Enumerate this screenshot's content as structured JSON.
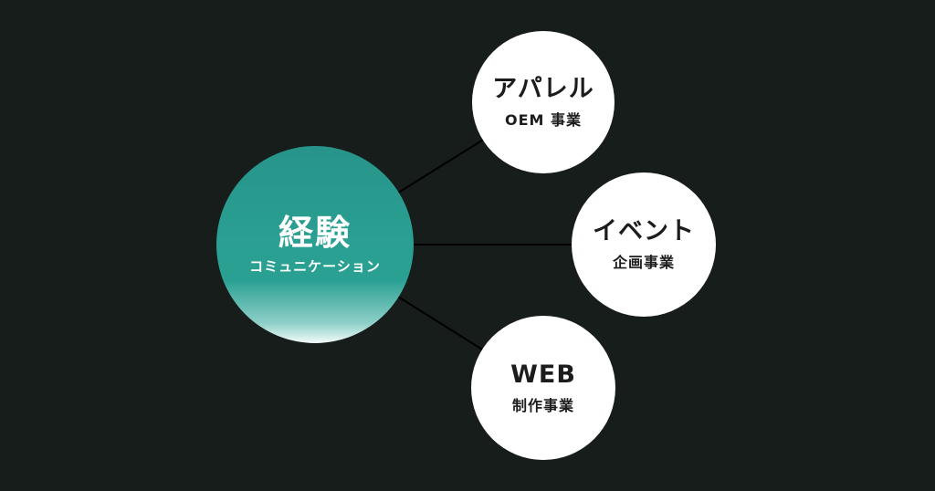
{
  "diagram": {
    "background_color": "#161d1b",
    "accent_color": "#2aa093",
    "connector_color": "#000000",
    "center_node": {
      "title": "経験",
      "subtitle": "コミュニケーション"
    },
    "nodes": [
      {
        "title": "アパレル",
        "subtitle": "OEM 事業"
      },
      {
        "title": "イベント",
        "subtitle": "企画事業"
      },
      {
        "title": "WEB",
        "subtitle": "制作事業"
      }
    ]
  }
}
